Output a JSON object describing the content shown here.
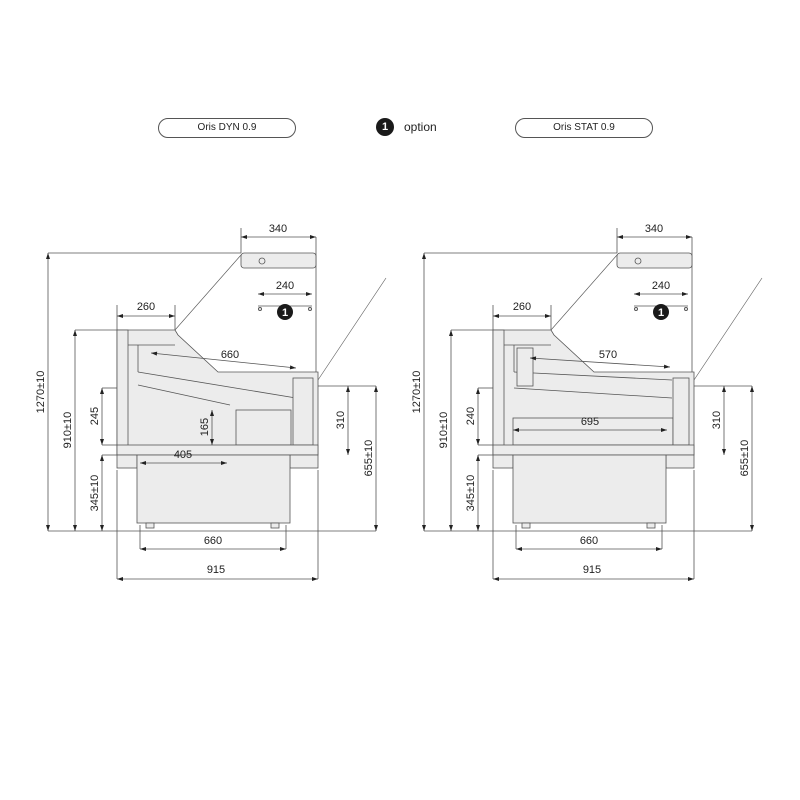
{
  "header": {
    "left_model": "Oris DYN 0.9",
    "option_number": "1",
    "option_label": "option",
    "right_model": "Oris STAT 0.9"
  },
  "drawings": [
    {
      "model": "Oris DYN 0.9",
      "dims": {
        "canopy_depth": "340",
        "option_shelf": "240",
        "option_marker": "1",
        "top_depth": "260",
        "shelf_depth": "660",
        "total_height": "1270±10",
        "counter_height": "910±10",
        "inner_height": "245",
        "base_height": "345±10",
        "front_height": "310",
        "front_total": "655±10",
        "well_height": "165",
        "well_width": "405",
        "base_width": "660",
        "total_width": "915"
      }
    },
    {
      "model": "Oris STAT 0.9",
      "dims": {
        "canopy_depth": "340",
        "option_shelf": "240",
        "option_marker": "1",
        "top_depth": "260",
        "shelf_depth": "570",
        "total_height": "1270±10",
        "counter_height": "910±10",
        "inner_height": "240",
        "base_height": "345±10",
        "front_height": "310",
        "front_total": "655±10",
        "display_width": "695",
        "base_width": "660",
        "total_width": "915"
      }
    }
  ],
  "colors": {
    "line": "#555555",
    "fill": "#ececec",
    "badge": "#1a1a1a"
  }
}
